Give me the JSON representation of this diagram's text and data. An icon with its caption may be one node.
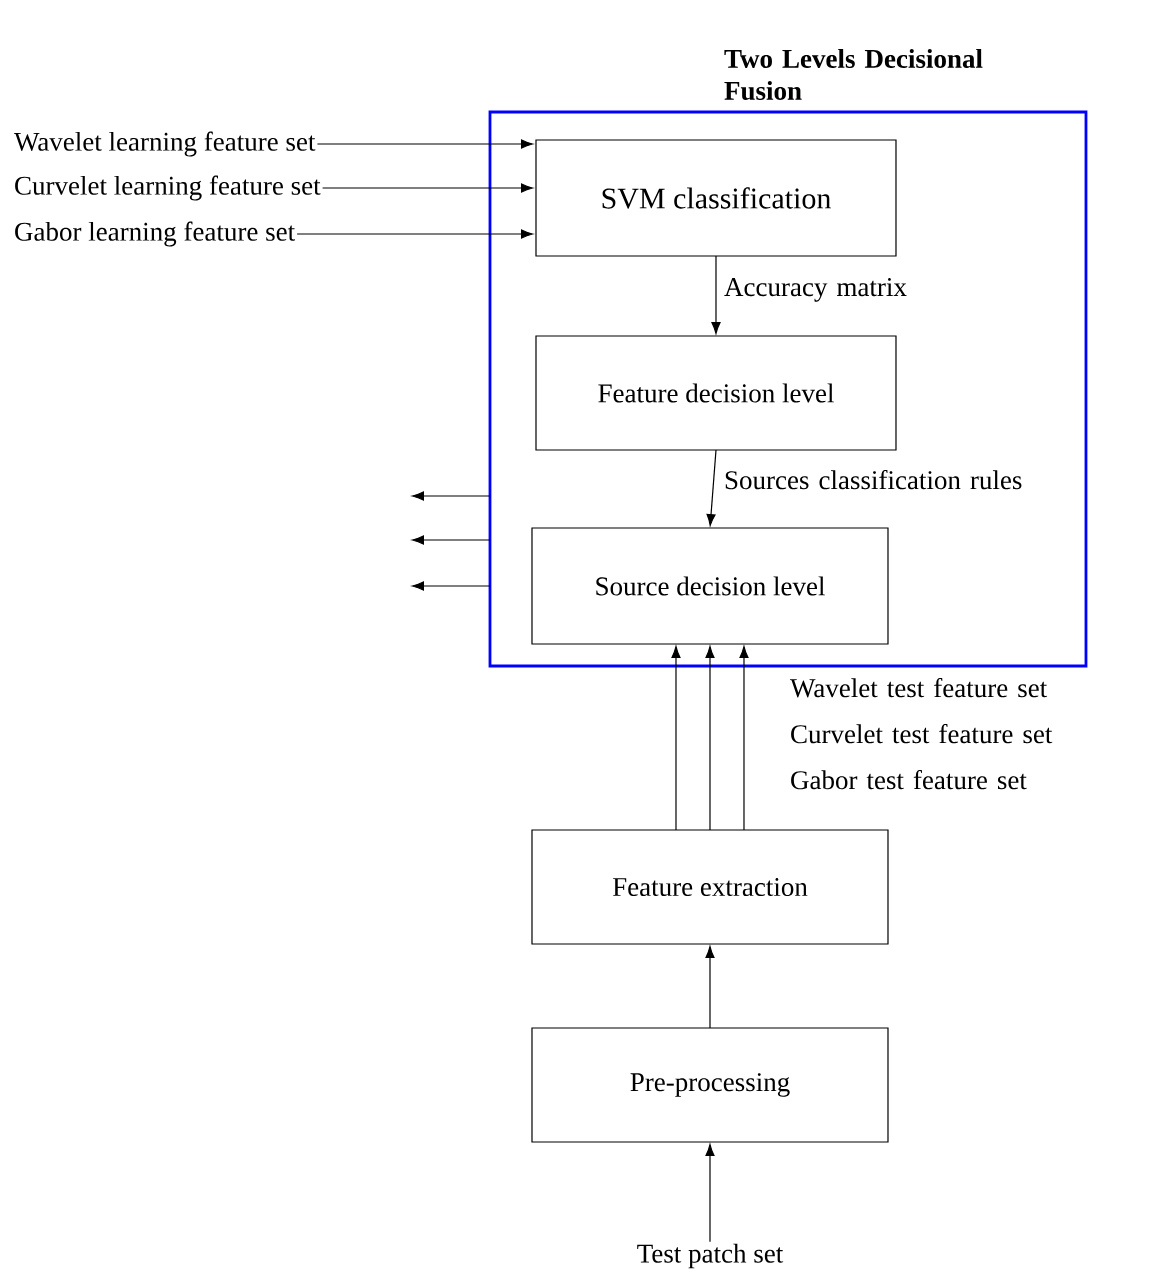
{
  "diagram": {
    "nodes": [
      {
        "text": [
          "Two Levels Decisional Fusion"
        ]
      },
      {
        "text": [
          "SVM classification"
        ],
        "in": 0
      },
      {
        "text": [
          "Feature decision level"
        ],
        "in": 0
      },
      {
        "text": [
          "Source decision level"
        ],
        "in": 0
      },
      {
        "text": [
          "Feature extraction"
        ]
      },
      {
        "text": [
          "Pre-processing"
        ]
      },
      {
        "text": [
          "Wavelet learning feature set"
        ]
      },
      {
        "text": [
          "Curvelet learning feature set"
        ]
      },
      {
        "text": [
          "Gabor learning feature set"
        ]
      },
      {
        "text": [
          "Test patch set"
        ]
      }
    ],
    "edges": [
      {
        "from": 6,
        "to": 1,
        "arrow": "to"
      },
      {
        "from": 7,
        "to": 1,
        "arrow": "to"
      },
      {
        "from": 8,
        "to": 1,
        "arrow": "to"
      },
      {
        "from": 1,
        "to": 2,
        "arrow": "to",
        "label": "Accuracy matrix"
      },
      {
        "from": 2,
        "to": 3,
        "arrow": "to",
        "label": "Sources classification rules"
      },
      {
        "from": 0,
        "to": null,
        "arrow": "to"
      },
      {
        "from": 0,
        "to": null,
        "arrow": "to"
      },
      {
        "from": 0,
        "to": null,
        "arrow": "to"
      },
      {
        "from": 4,
        "to": 3,
        "arrow": "to",
        "label": "Wavelet test feature set"
      },
      {
        "from": 4,
        "to": 3,
        "arrow": "to",
        "label": "Curvelet test feature set"
      },
      {
        "from": 4,
        "to": 3,
        "arrow": "to",
        "label": "Gabor test feature set"
      },
      {
        "from": 5,
        "to": 4,
        "arrow": "to"
      },
      {
        "from": 9,
        "to": 5,
        "arrow": "to"
      }
    ]
  }
}
